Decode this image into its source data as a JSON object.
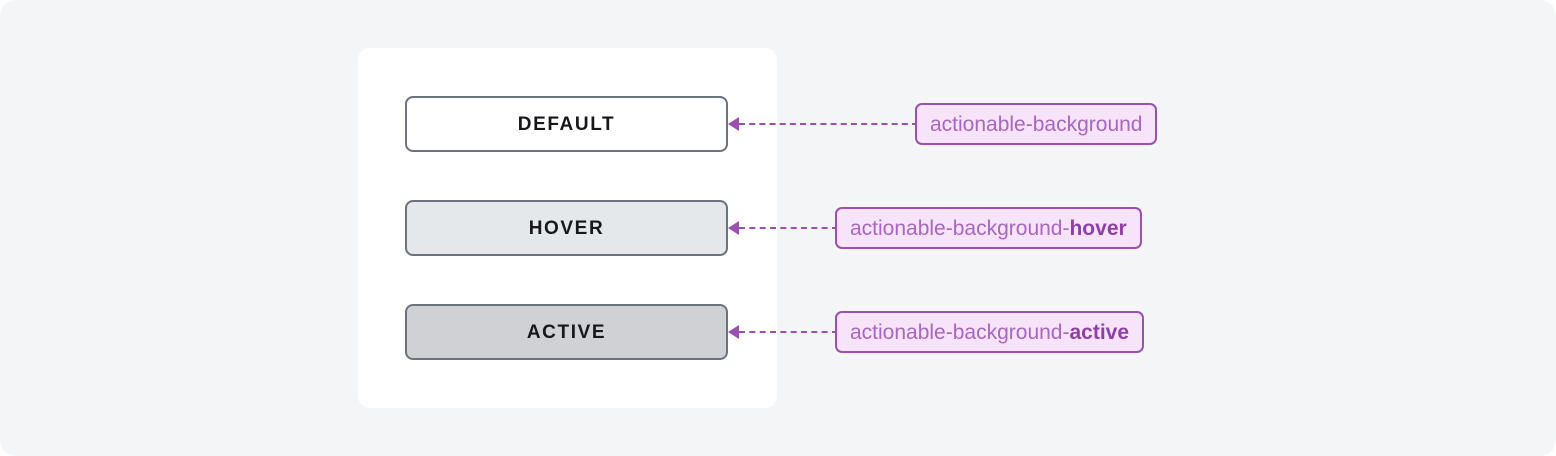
{
  "theme": {
    "page_background": "#f4f5f7",
    "card_background": "#ffffff",
    "button_border": "#6b7280",
    "button_text": "#16181c",
    "accent_purple": "#9b4fb5",
    "token_border": "#9c4fb0",
    "token_fill": "#f7e4fb",
    "token_text": "#a866c0",
    "token_suffix_text": "#8e3fa8"
  },
  "rows": [
    {
      "state": "default",
      "button_label": "DEFAULT",
      "button_fill": "#ffffff",
      "token_base": "actionable-background",
      "token_suffix": "",
      "connector_icon": "arrow-left-icon"
    },
    {
      "state": "hover",
      "button_label": "HOVER",
      "button_fill": "#e4e8ea",
      "token_base": "actionable-background-",
      "token_suffix": "hover",
      "connector_icon": "arrow-left-icon"
    },
    {
      "state": "active",
      "button_label": "ACTIVE",
      "button_fill": "#cfd1d4",
      "token_base": "actionable-background-",
      "token_suffix": "active",
      "connector_icon": "arrow-left-icon"
    }
  ]
}
